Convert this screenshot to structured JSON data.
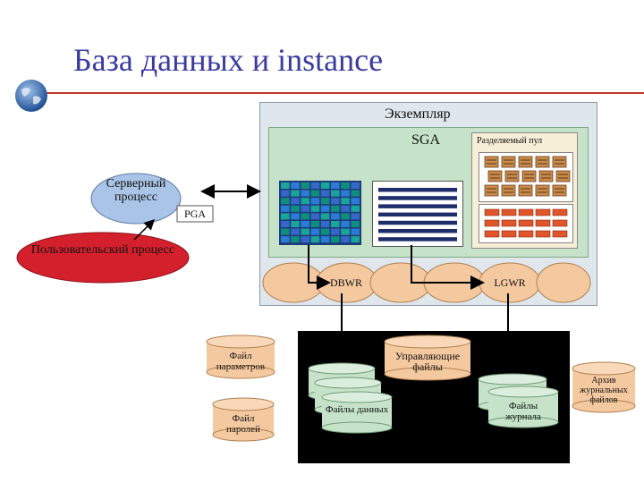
{
  "title": "База данных и instance",
  "instance": {
    "label": "Экземпляр"
  },
  "sga": {
    "label": "SGA",
    "shared_pool_label": "Разделяемый пул"
  },
  "server_process": {
    "label": "Серверный процесс",
    "pga_label": "PGA"
  },
  "user_process": {
    "label": "Пользовательский процесс"
  },
  "background_processes": {
    "dbwr": "DBWR",
    "lgwr": "LGWR"
  },
  "files": {
    "parameter_file": "Файл параметров",
    "password_file": "Файл паролей",
    "control_files": "Управляющие файлы",
    "data_files": "Файлы данных",
    "redo_log_files": "Файлы журнала",
    "archive_log_files": "Архив журнальных файлов"
  },
  "colors": {
    "title": "#3a3aa0",
    "accent_rule": "#c0392b",
    "process_oval": "#f5c9a0",
    "user_process": "#d4202c",
    "server_process": "#a9c4e6",
    "sga_background": "#c6e3c9",
    "instance_background": "#dfe6ec"
  }
}
